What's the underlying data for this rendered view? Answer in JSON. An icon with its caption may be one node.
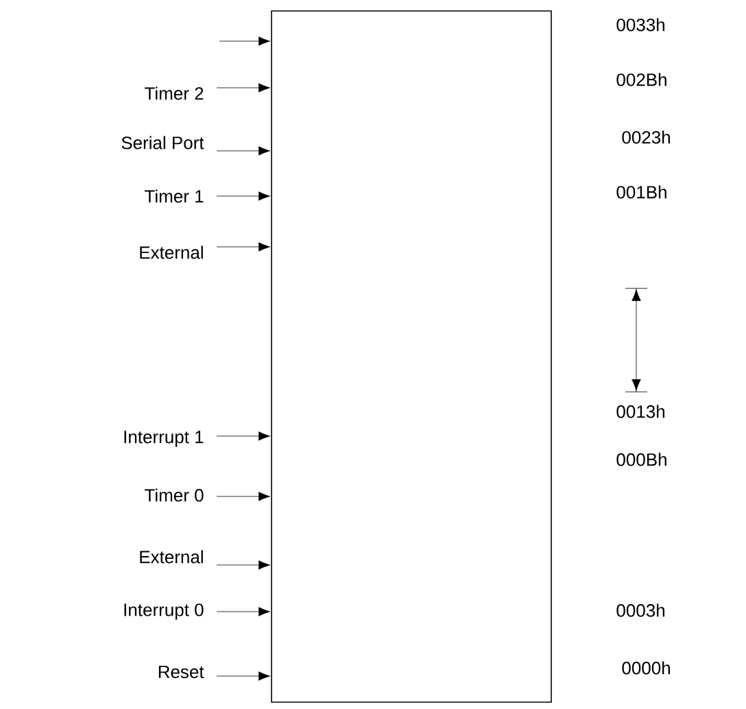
{
  "diagram": {
    "nodes": [
      {
        "text": [],
        "shape": "box"
      },
      {
        "text": [
          "Timer 2"
        ]
      },
      {
        "text": [
          "Serial Port"
        ]
      },
      {
        "text": [
          "Timer 1"
        ]
      },
      {
        "text": [
          "External"
        ]
      },
      {
        "text": [
          "Interrupt 1"
        ]
      },
      {
        "text": [
          "Timer 0"
        ]
      },
      {
        "text": [
          "External"
        ]
      },
      {
        "text": [
          "Interrupt 0"
        ]
      },
      {
        "text": [
          "Reset"
        ]
      }
    ],
    "edges": [
      {
        "from": null,
        "to": 0,
        "arrow": "to"
      },
      {
        "from": 1,
        "to": 0,
        "arrow": "to"
      },
      {
        "from": 2,
        "to": 0,
        "arrow": "to"
      },
      {
        "from": 3,
        "to": 0,
        "arrow": "to"
      },
      {
        "from": 4,
        "to": 0,
        "arrow": "to"
      },
      {
        "from": 5,
        "to": 0,
        "arrow": "to"
      },
      {
        "from": 6,
        "to": 0,
        "arrow": "to"
      },
      {
        "from": 7,
        "to": 0,
        "arrow": "to"
      },
      {
        "from": 8,
        "to": 0,
        "arrow": "to"
      },
      {
        "from": 9,
        "to": 0,
        "arrow": "to"
      }
    ],
    "labels": [
      "0033h",
      "002Bh",
      "0023h",
      "001Bh",
      "0013h",
      "000Bh",
      "0003h",
      "0000h"
    ]
  }
}
